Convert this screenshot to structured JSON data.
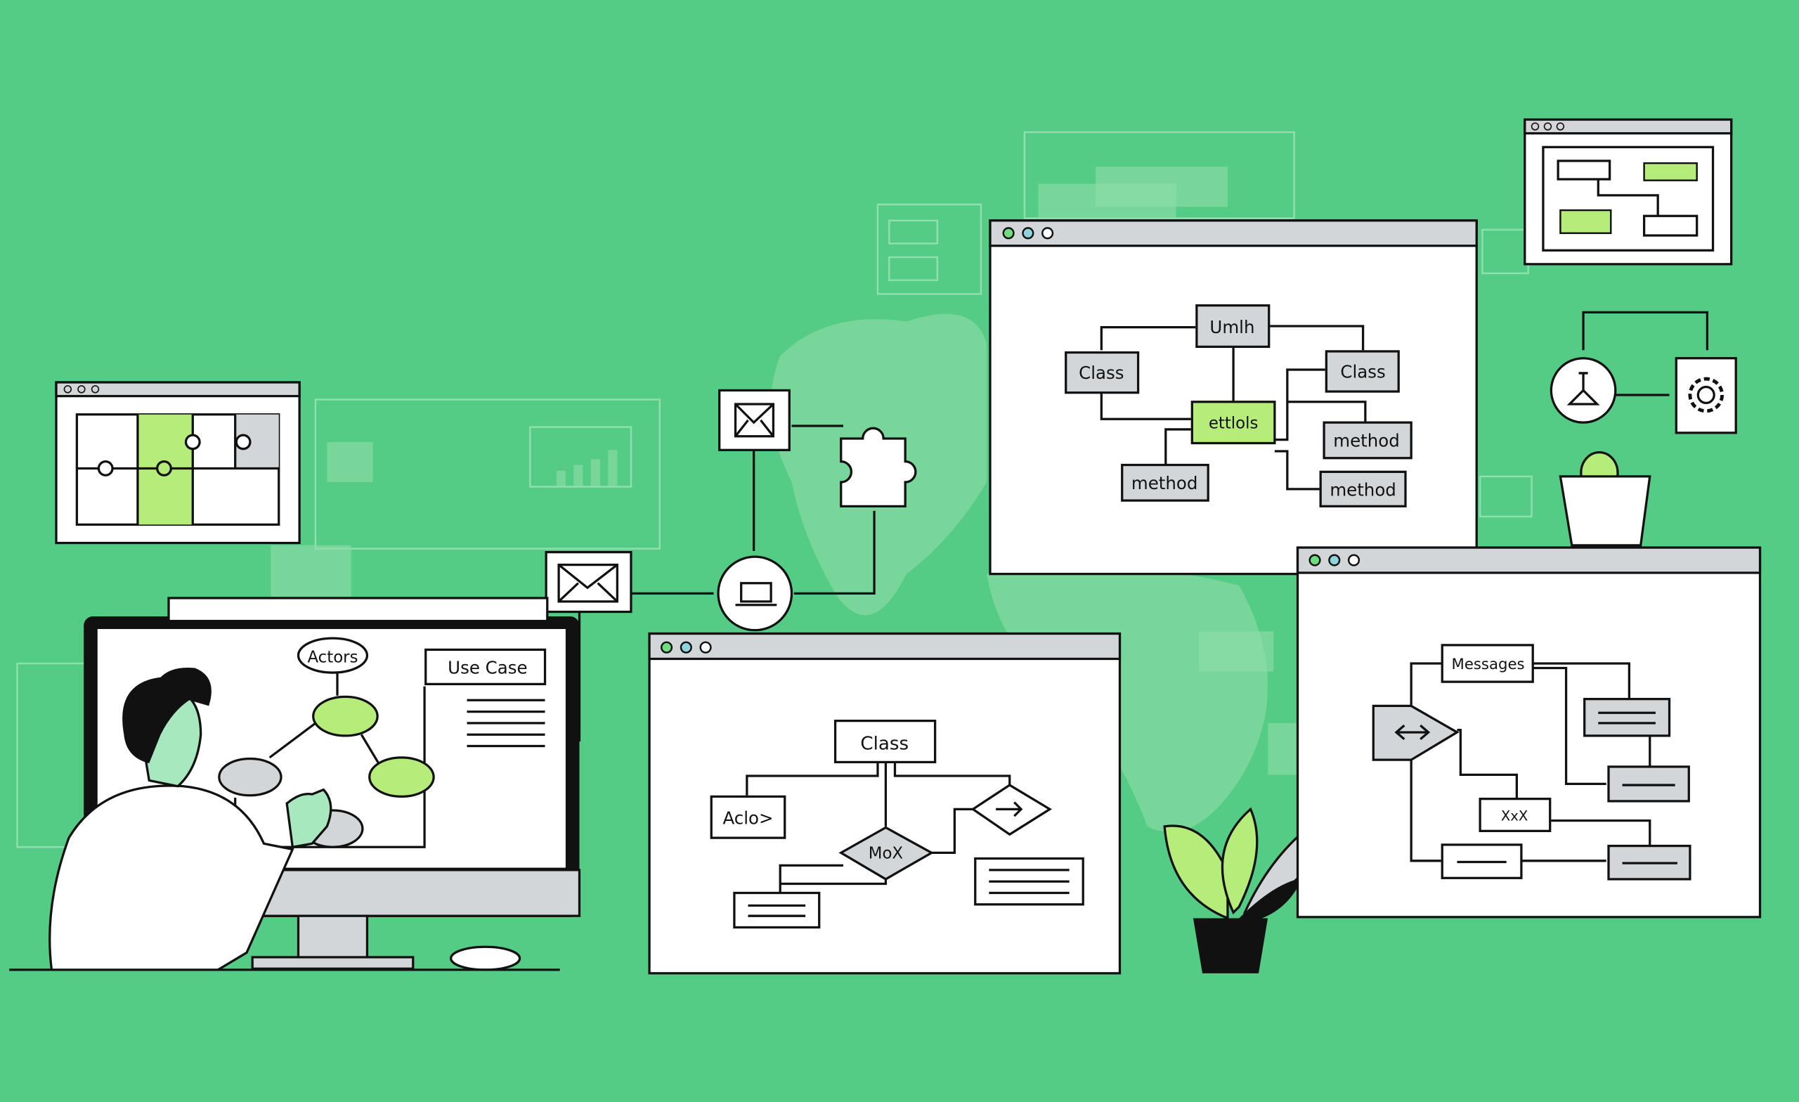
{
  "colors": {
    "background": "#55cc85",
    "accent": "#b6ec7a",
    "panel": "#d3d6d8",
    "dot_green": "#6fdc7d",
    "dot_blue": "#8fd3dc"
  },
  "monitor": {
    "actors_label": "Actors",
    "use_case_label": "Use Case"
  },
  "top_window": {
    "nodes": {
      "umlh": "Umlh",
      "class_left": "Class",
      "class_right": "Class",
      "center": "ettlols",
      "method_left": "method",
      "method_right_top": "method",
      "method_right_bottom": "method"
    }
  },
  "bottom_window": {
    "nodes": {
      "class": "Class",
      "actor": "Aclo>",
      "decision": "MoX"
    }
  },
  "right_window": {
    "nodes": {
      "messages": "Messages",
      "x_node": "XxX"
    }
  }
}
